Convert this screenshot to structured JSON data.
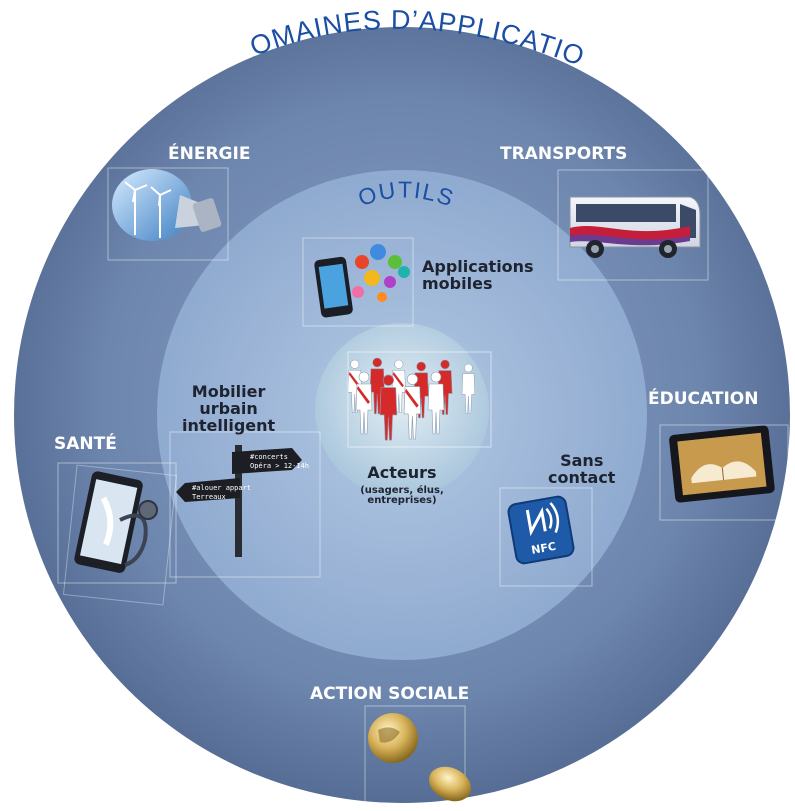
{
  "title": "DOMAINES D’APPLICATION",
  "tools_title": "OUTILS",
  "domains": {
    "energie": "ÉNERGIE",
    "transports": "TRANSPORTS",
    "education": "ÉDUCATION",
    "sante": "SANTÉ",
    "action_sociale": "ACTION SOCIALE"
  },
  "tools": {
    "apps_line1": "Applications",
    "apps_line2": "mobiles",
    "mobilier_line1": "Mobilier",
    "mobilier_line2": "urbain",
    "mobilier_line3": "intelligent",
    "sans_contact_line1": "Sans",
    "sans_contact_line2": "contact"
  },
  "center": {
    "title": "Acteurs",
    "subtitle_line1": "(usagers, élus,",
    "subtitle_line2": "entreprises)"
  },
  "signpost": {
    "sign1_line1": "#concerts",
    "sign1_line2": "Opéra > 12-14h",
    "sign2_line1": "#alouer appart",
    "sign2_line2": "Terreaux"
  },
  "nfc_label": "NFC",
  "colors": {
    "outer_ring": "#6a84ad",
    "middle_ring": "#98b2d6",
    "center": "#c5dbe8",
    "title": "#1a4fa3"
  }
}
